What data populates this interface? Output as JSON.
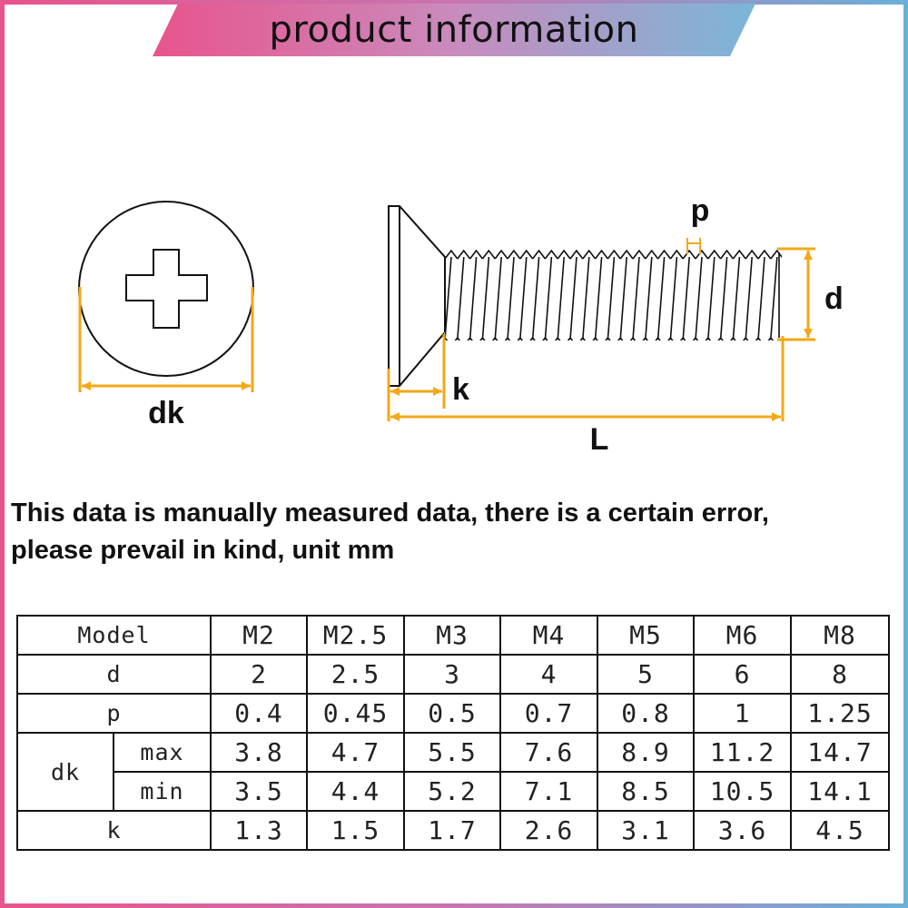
{
  "banner": {
    "title": "product information"
  },
  "diagram": {
    "labels": {
      "dk": "dk",
      "p": "p",
      "d": "d",
      "k": "k",
      "L": "L"
    },
    "accent_color": "#f2a818"
  },
  "note": {
    "line1": "This data is manually measured data, there is a certain error,",
    "line2": "please prevail in kind, unit mm"
  },
  "table": {
    "header_label": "Model",
    "models": [
      "M2",
      "M2.5",
      "M3",
      "M4",
      "M5",
      "M6",
      "M8"
    ],
    "rows": {
      "d": {
        "label": "d",
        "values": [
          "2",
          "2.5",
          "3",
          "4",
          "5",
          "6",
          "8"
        ]
      },
      "p": {
        "label": "p",
        "values": [
          "0.4",
          "0.45",
          "0.5",
          "0.7",
          "0.8",
          "1",
          "1.25"
        ]
      },
      "dk": {
        "label": "dk",
        "max": {
          "label": "max",
          "values": [
            "3.8",
            "4.7",
            "5.5",
            "7.6",
            "8.9",
            "11.2",
            "14.7"
          ]
        },
        "min": {
          "label": "min",
          "values": [
            "3.5",
            "4.4",
            "5.2",
            "7.1",
            "8.5",
            "10.5",
            "14.1"
          ]
        }
      },
      "k": {
        "label": "k",
        "values": [
          "1.3",
          "1.5",
          "1.7",
          "2.6",
          "3.1",
          "3.6",
          "4.5"
        ]
      }
    }
  }
}
